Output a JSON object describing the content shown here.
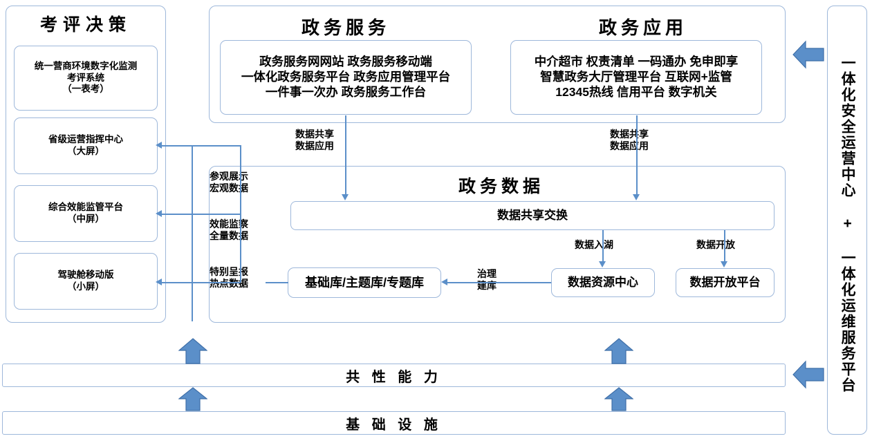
{
  "diagram": {
    "title_hidden": "一体化政务服务数据架构图",
    "evaluation_panel": {
      "title": "考评决策",
      "boxes": [
        "统一营商环境数字化监测\n考评系统\n（一表考）",
        "省级运营指挥中心\n（大屏）",
        "综合效能监管平台\n（中屏）",
        "驾驶舱移动版\n（小屏）"
      ]
    },
    "service_section": {
      "title": "政务服务",
      "items": "政务服务网网站 政务服务移动端\n一体化政务服务平台 政务应用管理平台\n一件事一次办 政务服务工作台"
    },
    "application_section": {
      "title": "政务应用",
      "items": "中介超市 权责清单 一码通办 免申即享\n智慧政务大厅管理平台 互联网+监管\n12345热线 信用平台 数字机关"
    },
    "data_section": {
      "title": "政务数据",
      "exchange_bar": "数据共享交换",
      "library_box": "基础库/主题库/专题库",
      "resource_center_box": "数据资源中心",
      "open_platform_box": "数据开放平台"
    },
    "flow_labels": {
      "service_flow": "数据共享\n数据应用",
      "application_flow": "数据共享\n数据应用",
      "data_into_lake": "数据入湖",
      "data_open": "数据开放",
      "govern_build": "治理\n建库",
      "kp_flow_0": "参观展示\n宏观数据",
      "kp_flow_1": "效能监察\n全量数据",
      "kp_flow_2": "特别呈报\n热点数据"
    },
    "foundation_bars": {
      "capability": "共 性 能 力",
      "infrastructure": "基 础 设 施"
    },
    "right_panel": {
      "label": "一体化安全运营中心 + 一体化运维服务平台"
    },
    "colors": {
      "border": "#9db7da",
      "connector": "#5b8fc9",
      "block_arrow_fill": "#5b8fc9",
      "block_arrow_stroke": "#3f6fa8",
      "background": "#ffffff",
      "text": "#000000"
    }
  }
}
